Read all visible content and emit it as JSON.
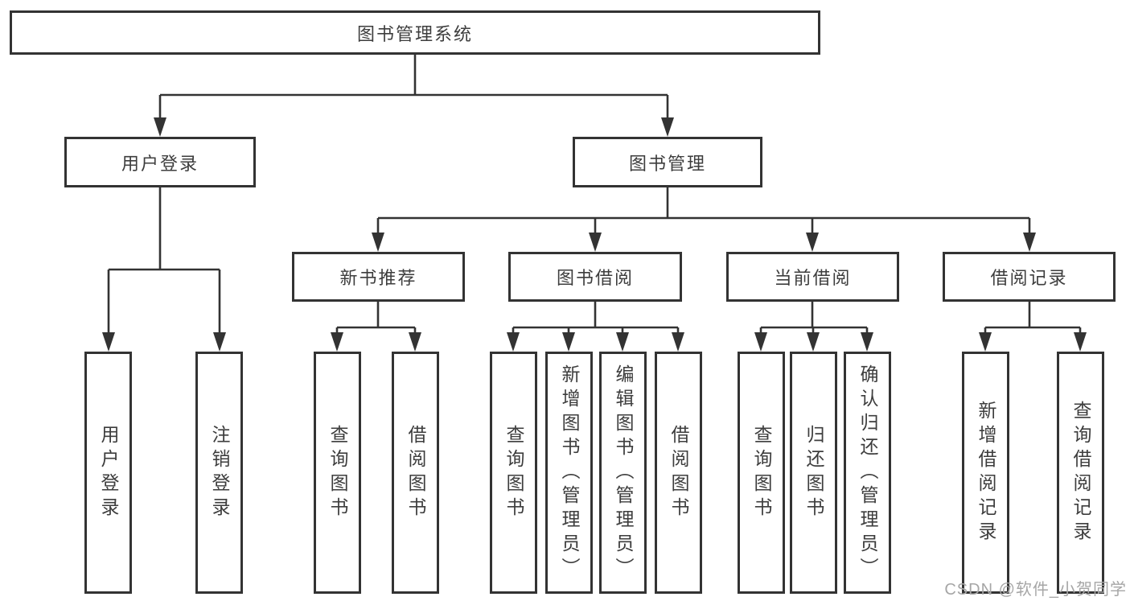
{
  "diagram": {
    "type": "hierarchy-tree",
    "title": "图书管理系统"
  },
  "colors": {
    "line": "#333333",
    "box_border": "#333333",
    "box_background": "#ffffff",
    "text": "#3d3d3d",
    "watermark": "#a6a6a6",
    "background": "#ffffff"
  },
  "tree": {
    "root": {
      "label": "图书管理系统"
    },
    "level2": [
      {
        "label": "用户登录"
      },
      {
        "label": "图书管理"
      }
    ],
    "level3": [
      {
        "label": "新书推荐"
      },
      {
        "label": "图书借阅"
      },
      {
        "label": "当前借阅"
      },
      {
        "label": "借阅记录"
      }
    ],
    "leaves": {
      "user_login": [
        "用户登录",
        "注销登录"
      ],
      "new_book_recommend": [
        "查询图书",
        "借阅图书"
      ],
      "book_borrow": [
        "查询图书",
        "新增图书（管理员）",
        "编辑图书（管理员）",
        "借阅图书"
      ],
      "current_borrow": [
        "查询图书",
        "归还图书",
        "确认归还（管理员）"
      ],
      "borrow_records": [
        "新增借阅记录",
        "查询借阅记录"
      ]
    }
  },
  "watermark": {
    "text": "CSDN @软件_小贺同学"
  }
}
